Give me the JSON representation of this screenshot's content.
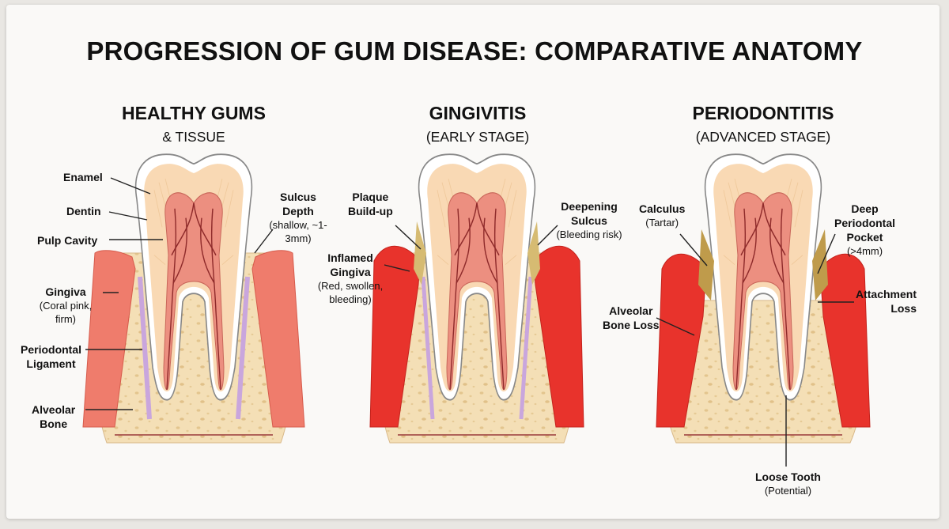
{
  "title": "PROGRESSION OF GUM DISEASE: COMPARATIVE ANATOMY",
  "panels": [
    {
      "heading": "HEALTHY GUMS",
      "subheading": "& TISSUE",
      "labels": {
        "enamel": "Enamel",
        "dentin": "Dentin",
        "pulp": "Pulp Cavity",
        "gingiva": "Gingiva",
        "gingiva_note": "(Coral pink, firm)",
        "ligament_1": "Periodontal",
        "ligament_2": "Ligament",
        "bone_1": "Alveolar",
        "bone_2": "Bone",
        "sulcus_1": "Sulcus",
        "sulcus_2": "Depth",
        "sulcus_note": "(shallow, ~1-3mm)"
      }
    },
    {
      "heading": "GINGIVITIS",
      "subheading": "(EARLY STAGE)",
      "labels": {
        "plaque_1": "Plaque",
        "plaque_2": "Build-up",
        "inflamed_1": "Inflamed",
        "inflamed_2": "Gingiva",
        "inflamed_note": "(Red, swollen, bleeding)",
        "deepening_1": "Deepening",
        "deepening_2": "Sulcus",
        "deepening_note": "(Bleeding risk)"
      }
    },
    {
      "heading": "PERIODONTITIS",
      "subheading": "(ADVANCED STAGE)",
      "labels": {
        "calculus": "Calculus",
        "calculus_note": "(Tartar)",
        "pocket_1": "Deep",
        "pocket_2": "Periodontal",
        "pocket_3": "Pocket",
        "pocket_note": "(>4mm)",
        "attach_1": "Attachment",
        "attach_2": "Loss",
        "boneloss_1": "Alveolar",
        "boneloss_2": "Bone Loss",
        "loose_1": "Loose Tooth",
        "loose_note": "(Potential)"
      }
    }
  ],
  "colors": {
    "gum_healthy": "#ef7c6c",
    "gum_inflamed": "#e8332c",
    "bone": "#f4dfb6",
    "enamel": "#ffffff",
    "dentin": "#f9d9b4",
    "pulp": "#ec8f80",
    "nerve": "#8e2a2a",
    "ligament": "#c9a6dd",
    "plaque": "#d6bb72",
    "calculus": "#bf9b4b"
  }
}
